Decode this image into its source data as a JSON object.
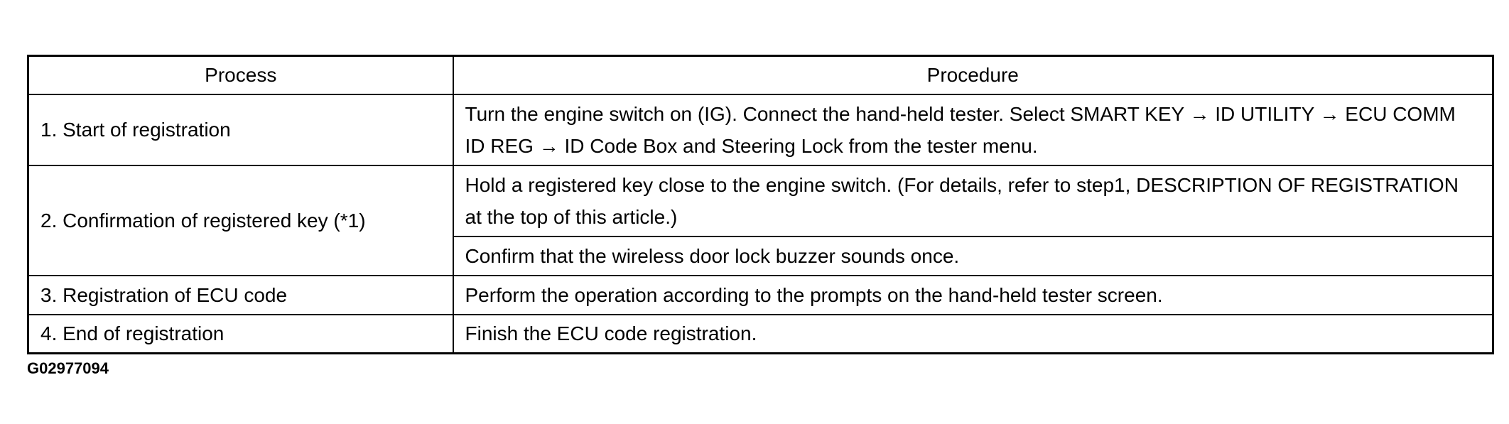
{
  "table": {
    "headers": {
      "process": "Process",
      "procedure": "Procedure"
    },
    "rows": [
      {
        "process": "1. Start of registration",
        "procedure": [
          "Turn the engine switch on (IG). Connect the hand-held tester. Select SMART KEY → ID UTILITY → ECU COMM ID REG → ID Code Box and Steering Lock from the tester menu."
        ]
      },
      {
        "process": "2. Confirmation of registered key (*1)",
        "procedure": [
          "Hold a registered key close to the engine switch. (For details, refer to step1, DESCRIPTION OF REGISTRATION at the top of this article.)",
          "Confirm that the wireless door lock buzzer sounds once."
        ]
      },
      {
        "process": "3. Registration of ECU code",
        "procedure": [
          "Perform the operation according to the prompts on the hand-held tester screen."
        ]
      },
      {
        "process": "4. End of registration",
        "procedure": [
          "Finish the ECU code registration."
        ]
      }
    ]
  },
  "figure_id": "G02977094"
}
